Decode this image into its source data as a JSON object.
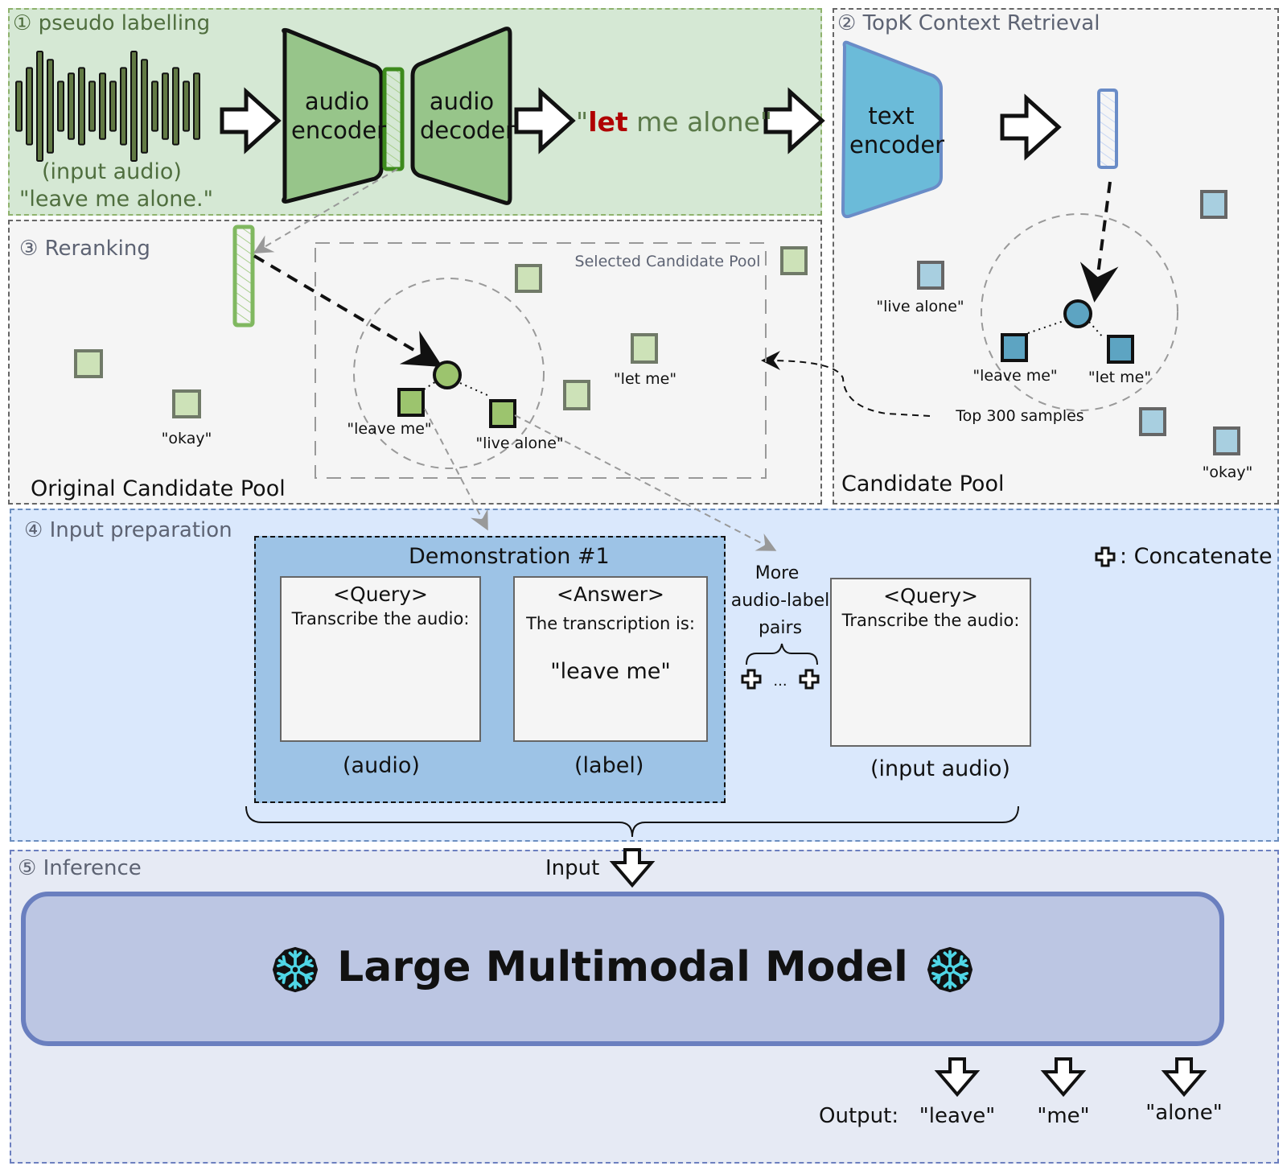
{
  "sections": {
    "pseudo_labelling": {
      "title": "① pseudo labelling",
      "input_caption": "(input audio)",
      "input_transcript": "\"leave me alone.\"",
      "encoder_label_1": "audio",
      "encoder_label_2": "encoder",
      "decoder_label_1": "audio",
      "decoder_label_2": "decoder",
      "pseudo_label_quote_open": "\"",
      "pseudo_label_error_word": "let",
      "pseudo_label_rest": " me alone\"",
      "error_color": "#b00000"
    },
    "topk_retrieval": {
      "title": "② TopK Context Retrieval",
      "encoder_label_1": "text",
      "encoder_label_2": "encoder",
      "pool_label": "Candidate Pool",
      "top_samples_label": "Top 300 samples",
      "items": [
        {
          "label": "\"live alone\"",
          "nearest": false
        },
        {
          "label": "\"leave me\"",
          "nearest": true
        },
        {
          "label": "\"let me\"",
          "nearest": true
        },
        {
          "label": "\"okay\"",
          "nearest": false
        }
      ]
    },
    "reranking": {
      "title": "③ Reranking",
      "original_pool_label": "Original Candidate Pool",
      "selected_pool_label": "Selected Candidate Pool",
      "items": [
        {
          "label": "\"okay\"",
          "nearest": false
        },
        {
          "label": "\"leave me\"",
          "nearest": true
        },
        {
          "label": "\"live alone\"",
          "nearest": true
        },
        {
          "label": "\"let me\"",
          "nearest": false
        }
      ]
    },
    "input_preparation": {
      "title": "④ Input preparation",
      "legend": ": Concatenate",
      "demonstration": {
        "title": "Demonstration #1",
        "query_header": "<Query>",
        "query_text": "Transcribe the audio:",
        "query_caption": "(audio)",
        "answer_header": "<Answer>",
        "answer_text": "The transcription is:",
        "answer_value": "\"leave me\"",
        "answer_caption": "(label)"
      },
      "more_pairs": {
        "line1": "More",
        "line2": "audio-label",
        "line3": "pairs",
        "ellipsis": "..."
      },
      "final_query": {
        "header": "<Query>",
        "text": "Transcribe the audio:",
        "caption": "(input audio)"
      }
    },
    "inference": {
      "title": "⑤ Inference",
      "input_label": "Input",
      "model_name": "Large Multimodal Model",
      "frozen_icon": "snowflake-icon",
      "output_label": "Output:",
      "outputs": [
        "\"leave\"",
        "\"me\"",
        "\"alone\""
      ]
    }
  },
  "colors": {
    "green_panel": "#d5e8d4",
    "gray_panel": "#f5f5f5",
    "blue_panel": "#dae8fc",
    "inference_panel": "#e6eaf4",
    "model_fill": "#bcc6e3",
    "model_border": "#6a7fbf",
    "text_encoder": "#6bbbd9",
    "audio_model": "#97c58a",
    "waveform_green": "#627a44",
    "waveform_blue": "#5b9cb1"
  }
}
